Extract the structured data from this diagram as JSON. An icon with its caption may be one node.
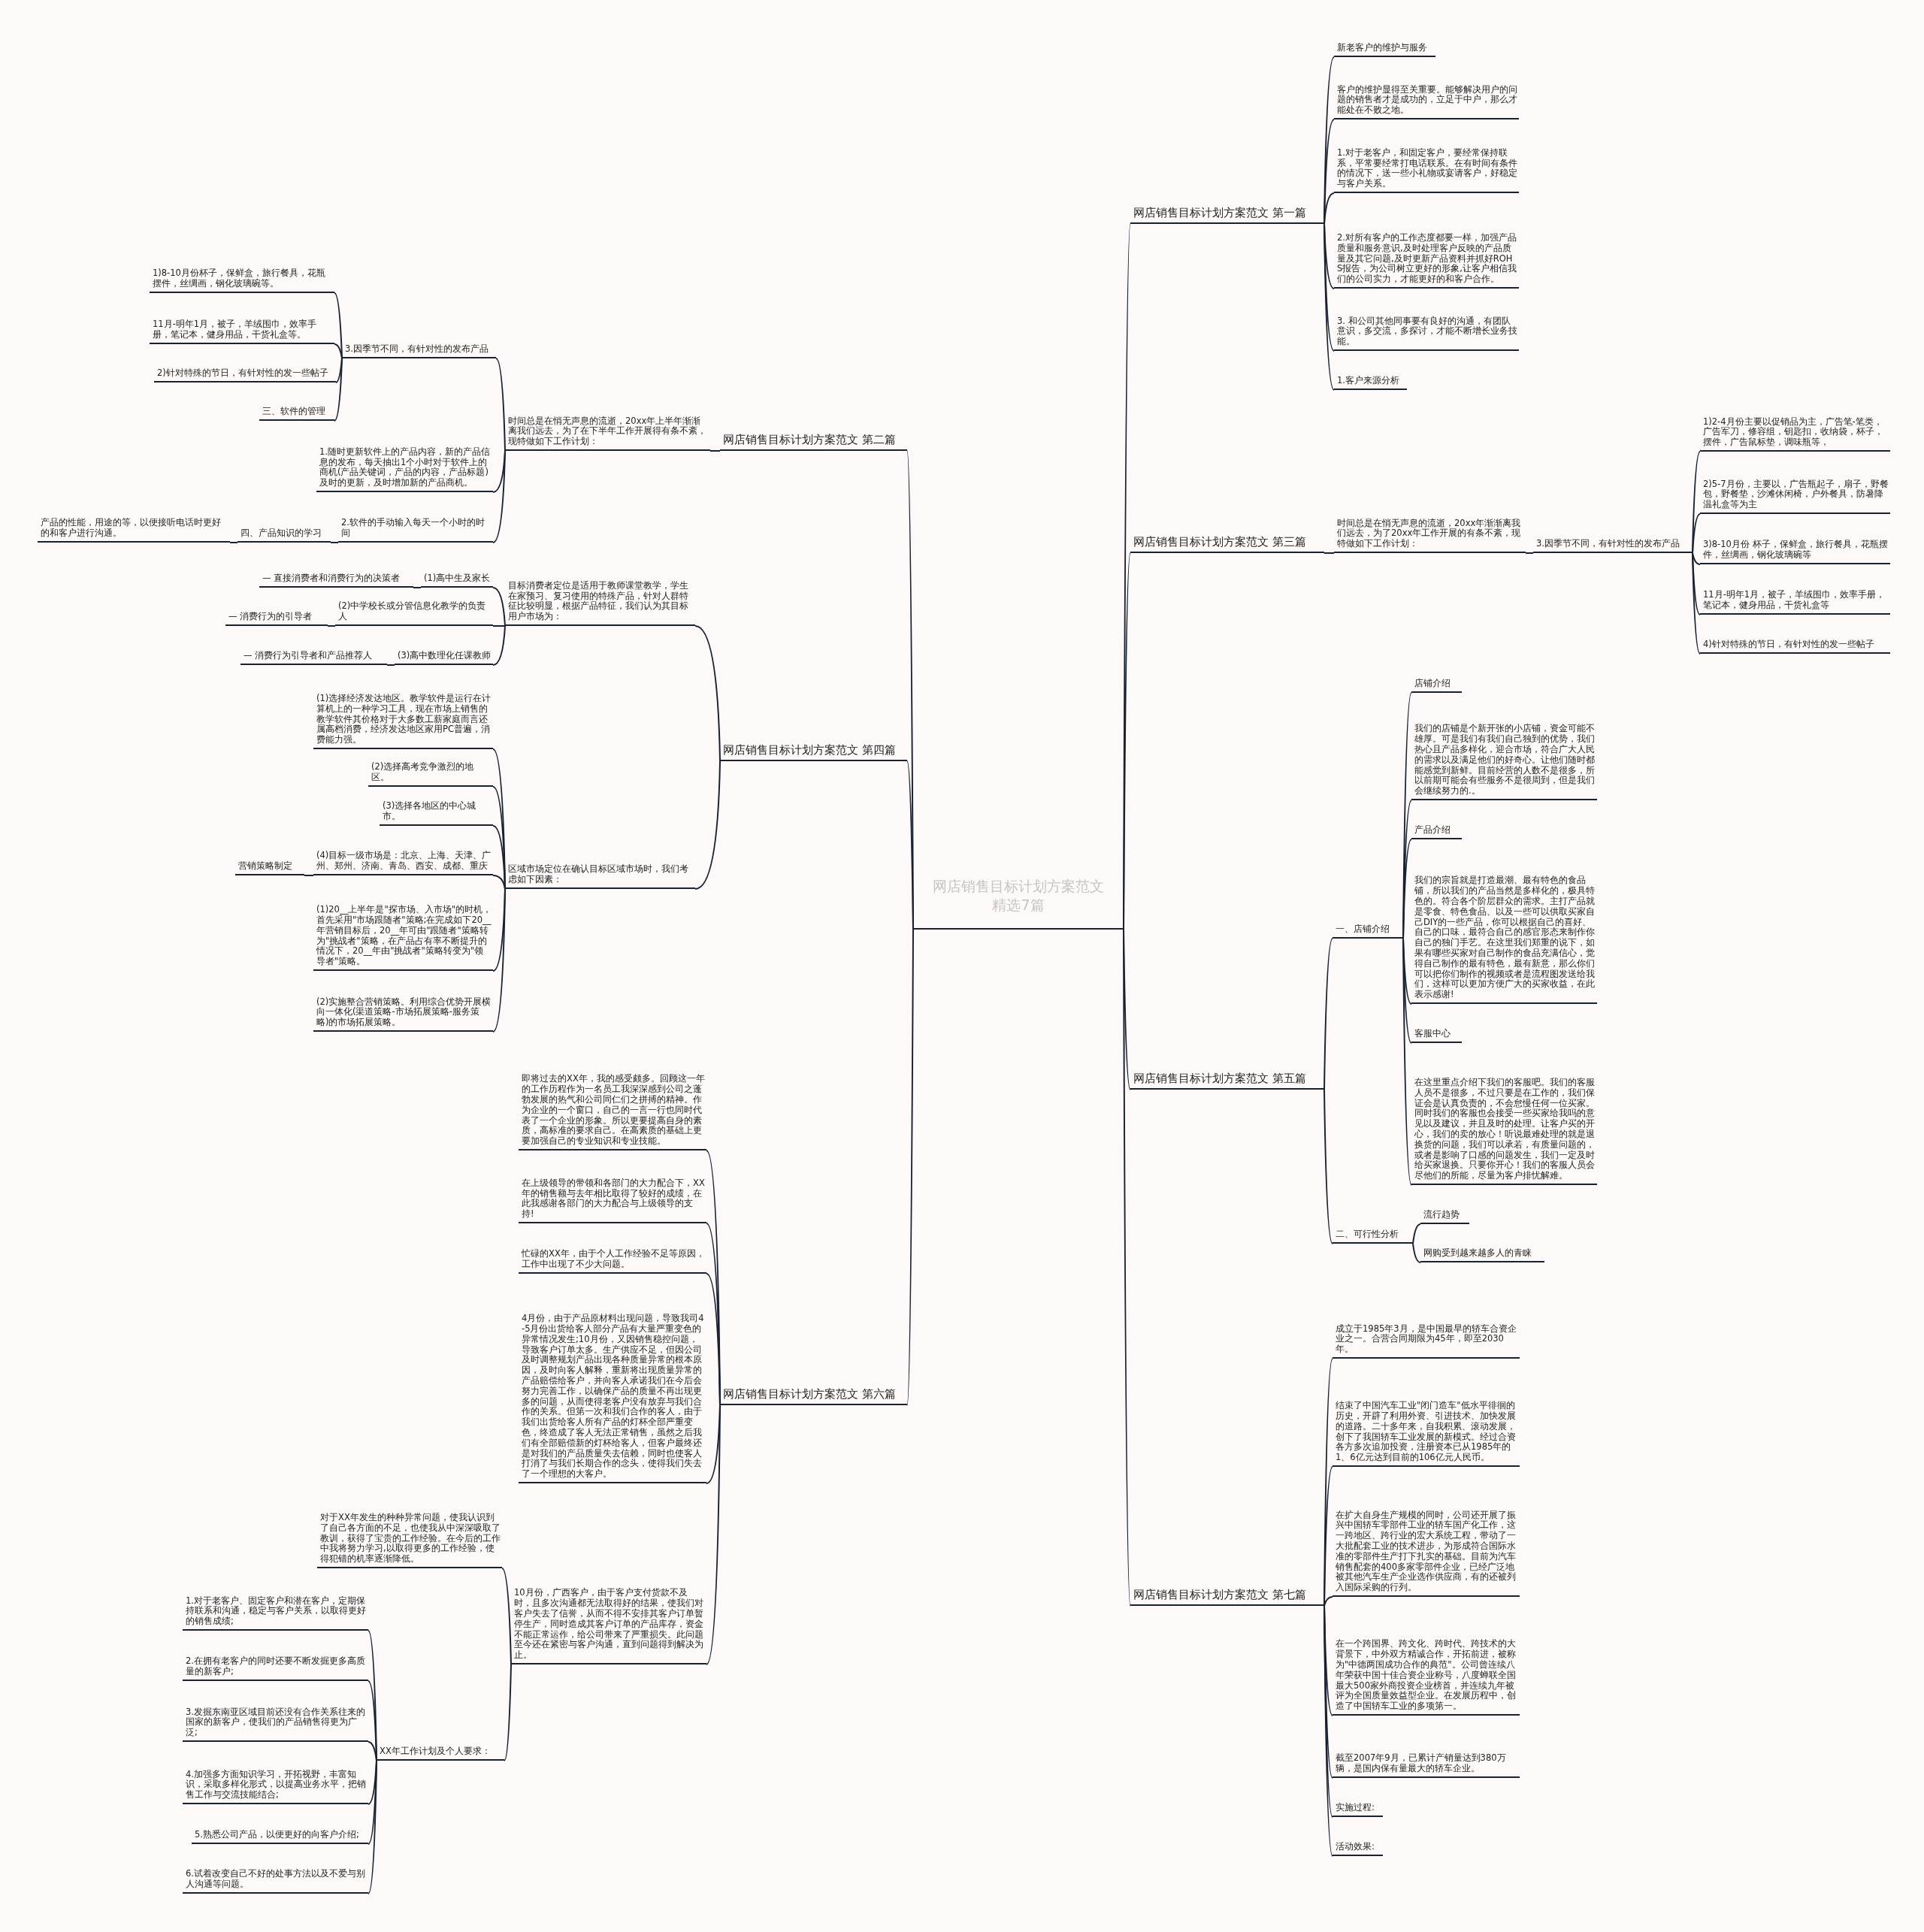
{
  "diagram": {
    "nodes": [
      {
        "text": [
          "网店销售目标计划方案范文精选7篇"
        ]
      },
      {
        "text": [
          "网店销售目标计划方案范文 第二篇"
        ]
      },
      {
        "text": [
          "时间总是在悄无声息的流逝，20xx年上半年渐渐离我们远去，为了在下半年工作开展得有条不紊，现特做如下工作计划："
        ]
      },
      {
        "text": [
          "3.因季节不同，有针对性的发布产品"
        ]
      },
      {
        "text": [
          "1)8-10月份杯子，保鲜盒，旅行餐具，花瓶摆件，丝绸画，钢化玻璃碗等。"
        ]
      },
      {
        "text": [
          "11月-明年1月，被子，羊绒围巾，效率手册，笔记本，健身用品，干货礼盒等。"
        ]
      },
      {
        "text": [
          "2)针对特殊的节日，有针对性的发一些帖子"
        ]
      },
      {
        "text": [
          "三、软件的管理"
        ]
      },
      {
        "text": [
          "1.随时更新软件上的产品内容，新的产品信息的发布，每天抽出1个小时对于软件上的商机(产品关键词，产品的内容，产品标题)及时的更新，及时增加新的产品商机。"
        ]
      },
      {
        "text": [
          "2.软件的手动输入每天一个小时的时间"
        ]
      },
      {
        "text": [
          "四、产品知识的学习"
        ]
      },
      {
        "text": [
          "产品的性能，用途的等，以便接听电话时更好的和客户进行沟通。"
        ]
      },
      {
        "text": [
          "网店销售目标计划方案范文 第四篇"
        ]
      },
      {
        "text": [
          "目标消费者定位是适用于教师课堂教学，学生在家预习、复习使用的特殊产品，针对人群特征比较明显，根据产品特征，我们认为其目标用户市场为："
        ]
      },
      {
        "text": [
          "(1)高中生及家长"
        ]
      },
      {
        "text": [
          "— 直接消费者和消费行为的决策者"
        ]
      },
      {
        "text": [
          "(2)中学校长或分管信息化教学的负责人"
        ]
      },
      {
        "text": [
          "— 消费行为的引导者"
        ]
      },
      {
        "text": [
          "(3)高中数理化任课教师"
        ]
      },
      {
        "text": [
          "— 消费行为引导者和产品推荐人"
        ]
      },
      {
        "text": [
          "区域市场定位在确认目标区域市场时，我们考虑如下因素："
        ]
      },
      {
        "text": [
          "(1)选择经济发达地区。教学软件是运行在计算机上的一种学习工具，现在市场上销售的教学软件其价格对于大多数工薪家庭而言还属高档消费，经济发达地区家用PC普遍，消费能力强。"
        ]
      },
      {
        "text": [
          "(2)选择高考竞争激烈的地区。"
        ]
      },
      {
        "text": [
          "(3)选择各地区的中心城市。"
        ]
      },
      {
        "text": [
          "(4)目标一级市场是：北京、上海、天津、广州、郑州、济南、青岛、西安、成都、重庆"
        ]
      },
      {
        "text": [
          "营销策略制定"
        ]
      },
      {
        "text": [
          "(1)20__上半年是\"探市场、入市场\"的时机，首先采用\"市场跟随者\"策略;在完成如下20__年营销目标后，20__年可由\"跟随者\"策略转为\"挑战者\"策略，在产品占有率不断提升的情况下，20__年由\"挑战者\"策略转变为\"领导者\"策略。"
        ]
      },
      {
        "text": [
          "(2)实施整合营销策略。利用综合优势开展横向一体化(渠道策略-市场拓展策略-服务策略)的市场拓展策略。"
        ]
      },
      {
        "text": [
          "网店销售目标计划方案范文 第六篇"
        ]
      },
      {
        "text": [
          "即将过去的XX年，我的感受颇多。回顾这一年的工作历程作为一名员工我深深感到公司之蓬勃发展的热气和公司同仁们之拼搏的精神。作为企业的一个窗口，自己的一言一行也同时代表了一个企业的形象。所以更要提高自身的素质，高标准的要求自己。在高素质的基础上更要加强自己的专业知识和专业技能。"
        ]
      },
      {
        "text": [
          "在上级领导的带领和各部门的大力配合下，XX年的销售额与去年相比取得了较好的成绩，在此我感谢各部门的大力配合与上级领导的支持!"
        ]
      },
      {
        "text": [
          "忙碌的XX年，由于个人工作经验不足等原因，工作中出现了不少大问题。"
        ]
      },
      {
        "text": [
          "4月份，由于产品原材料出现问题，导致我司4-5月份出货给客人部分产品有大量严重变色的异常情况发生;10月份，又因销售稳控问题，导致客户订单太多。生产供应不足，但因公司及时调整规划产品出现各种质量异常的根本原因，及时向客人解释，重新将出现质量异常的产品赔偿给客户，并向客人承诺我们在今后会努力完善工作，以确保产品的质量不再出现更多的问题，从而使得老客户没有放弃与我们合作的关系。但第一次和我们合作的客人，由于我们出货给客人所有产品的灯杯全部严重变色，终造成了客人无法正常销售，虽然之后我们有全部赔偿新的灯杯给客人，但客户最终还是对我们的产品质量失去信赖，同时也使客人打消了与我们长期合作的念头，使得我们失去了一个理想的大客户。"
        ]
      },
      {
        "text": [
          "10月份，广西客户，由于客户支付货款不及时，且多次沟通都无法取得好的结果，使我们对客户失去了信誉，从而不得不安排其客户订单暂停生产，同时造成其客户订单的产品库存，资金不能正常运作，给公司带来了严重损失。此问题至今还在紧密与客户沟通，直到问题得到解决为止。"
        ]
      },
      {
        "text": [
          "对于XX年发生的种种异常问题，使我认识到了自己各方面的不足，也使我从中深深吸取了教训，获得了宝贵的工作经验。在今后的工作中我将努力学习,以取得更多的工作经验，使得犯错的机率逐渐降低。"
        ]
      },
      {
        "text": [
          "XX年工作计划及个人要求："
        ]
      },
      {
        "text": [
          "1.对于老客户、固定客户和潜在客户，定期保持联系和沟通，稳定与客户关系，以取得更好的销售成绩;"
        ]
      },
      {
        "text": [
          "2.在拥有老客户的同时还要不断发掘更多高质量的新客户;"
        ]
      },
      {
        "text": [
          "3.发掘东南亚区域目前还没有合作关系往来的国家的新客户，使我们的产品销售得更为广泛;"
        ]
      },
      {
        "text": [
          "4.加强多方面知识学习，开拓视野，丰富知识，采取多样化形式，以提高业务水平，把销售工作与交流技能结合;"
        ]
      },
      {
        "text": [
          "5.熟悉公司产品，以便更好的向客户介绍;"
        ]
      },
      {
        "text": [
          "6.试着改变自己不好的处事方法以及不爱与别人沟通等问题。"
        ]
      },
      {
        "text": [
          "网店销售目标计划方案范文 第一篇"
        ]
      },
      {
        "text": [
          "新老客户的维护与服务"
        ]
      },
      {
        "text": [
          "客户的维护显得至关重要。能够解决用户的问题的销售者才是成功的，立足于中户，那么才能处在不败之地。"
        ]
      },
      {
        "text": [
          "1.对于老客户，和固定客户，要经常保持联系，平常要经常打电话联系。在有时间有条件的情况下，送一些小礼物或宴请客户，好稳定与客户关系。"
        ]
      },
      {
        "text": [
          "2.对所有客户的工作态度都要一样，加强产品质量和服务意识,及时处理客户反映的产品质量及其它问题,及时更新产品资料并抓好ROHS报告，为公司树立更好的形象,让客户相信我们的公司实力，才能更好的和客户合作。"
        ]
      },
      {
        "text": [
          "3. 和公司其他同事要有良好的沟通，有团队意识，多交流，多探讨，才能不断增长业务技能。"
        ]
      },
      {
        "text": [
          "1.客户来源分析"
        ]
      },
      {
        "text": [
          "网店销售目标计划方案范文 第三篇"
        ]
      },
      {
        "text": [
          "时间总是在悄无声息的流逝，20xx年渐渐离我们远去，为了20xx年工作开展的有条不紊，现特做如下工作计划："
        ]
      },
      {
        "text": [
          "3.因季节不同，有针对性的发布产品"
        ]
      },
      {
        "text": [
          "1)2-4月份主要以促销品为主，广告笔-笔类，广告军刀，修容组，钥匙扣，收纳袋，杯子，摆件，广告鼠标垫，调味瓶等，"
        ]
      },
      {
        "text": [
          "2)5-7月份，主要以，广告瓶起子，扇子，野餐包，野餐垫，沙滩休闲椅，户外餐具，防暑降温礼盒等为主"
        ]
      },
      {
        "text": [
          "3)8-10月份 杯子，保鲜盒，旅行餐具，花瓶摆件，丝绸画，钢化玻璃碗等"
        ]
      },
      {
        "text": [
          "11月-明年1月，被子，羊绒围巾，效率手册，笔记本，健身用品，干货礼盒等"
        ]
      },
      {
        "text": [
          "4)针对特殊的节日，有针对性的发一些帖子"
        ]
      },
      {
        "text": [
          "网店销售目标计划方案范文 第五篇"
        ]
      },
      {
        "text": [
          "一、店铺介绍"
        ]
      },
      {
        "text": [
          "店铺介绍"
        ]
      },
      {
        "text": [
          "我们的店铺是个新开张的小店铺，资金可能不雄厚。可是我们有我们自己独到的优势，我们热心且产品多样化，迎合市场，符合广大人民的需求以及满足他们的好奇心。让他们随时都能感觉到新鲜。目前经营的人数不是很多，所以前期可能会有些服务不是很周到，但是我们会继续努力的.。"
        ]
      },
      {
        "text": [
          "产品介绍"
        ]
      },
      {
        "text": [
          "我们的宗旨就是打造最潮、最有特色的食品铺，所以我们的产品当然是多样化的，极具特色的。符合各个阶层群众的需求。主打产品就是零食、特色食品、以及一些可以供取买家自己DIY的一些产品，你可以根据自己的喜好、自己的口味，最符合自己的感官形态来制作你自己的独门手艺。在这里我们郑重的说下，如果有哪些买家对自己制作的食品充满信心，觉得自己制作的最有特色，最有新意，那么你们可以把你们制作的视频或者是流程图发送给我们，这样可以更加方便广大的买家收益，在此表示感谢!"
        ]
      },
      {
        "text": [
          "客服中心"
        ]
      },
      {
        "text": [
          "在这里重点介绍下我们的客服吧。我们的客服人员不是很多，不过只要是在工作的，我们保证会是认真负责的，不会怠慢任何一位买家。同时我们的客服也会接受一些买家给我吗的意见以及建议，并且及时的处理。让客户买的开心，我们的卖的放心！听说最难处理的就是退换货的问题，我们可以承若，有质量问题的，或者是影响了口感的问题发生，我们一定及时给买家退换。只要你开心！我们的客服人员会尽他们的所能，尽量为客户排忧解难。"
        ]
      },
      {
        "text": [
          "二、可行性分析"
        ]
      },
      {
        "text": [
          "流行趋势"
        ]
      },
      {
        "text": [
          "网购受到越来越多人的青睐"
        ]
      },
      {
        "text": [
          "网店销售目标计划方案范文 第七篇"
        ]
      },
      {
        "text": [
          "成立于1985年3月，是中国最早的轿车合资企业之一。合营合同期限为45年，即至2030年。"
        ]
      },
      {
        "text": [
          "结束了中国汽车工业\"闭门造车\"低水平徘徊的历史，开辟了利用外资、引进技术、加快发展的道路。二十多年来，自我积累、滚动发展，创下了我国轿车工业发展的新模式。经过合资各方多次追加投资，注册资本已从1985年的1、6亿元达到目前的106亿元人民币。"
        ]
      },
      {
        "text": [
          "在扩大自身生产规模的同时，公司还开展了振兴中国轿车零部件工业的轿车国产化工作，这一跨地区、跨行业的宏大系统工程，带动了一大批配套工业的技术进步，为形成符合国际水准的零部件生产打下扎实的基础。目前为汽车销售配套的400多家零部件企业，已经广泛地被其他汽车生产企业选作供应商，有的还被列入国际采购的行列。"
        ]
      },
      {
        "text": [
          "在一个跨国界、跨文化、跨时代、跨技术的大背景下，中外双方精诚合作，开拓前进，被称为\"中德两国成功合作的典范\"。公司曾连续八年荣获中国十佳合资企业称号，八度蝉联全国最大500家外商投资企业榜首，并连续九年被评为全国质量效益型企业。在发展历程中，创造了中国轿车工业的多项第一。"
        ]
      },
      {
        "text": [
          "截至2007年9月，已累计产销量达到380万辆，是国内保有量最大的轿车企业。"
        ]
      },
      {
        "text": [
          "实施过程:"
        ]
      },
      {
        "text": [
          "活动效果:"
        ]
      }
    ],
    "edges": [
      {
        "from": 0,
        "to": 1,
        "arrow": "none"
      },
      {
        "from": 1,
        "to": 2,
        "arrow": "none"
      },
      {
        "from": 2,
        "to": 3,
        "arrow": "none"
      },
      {
        "from": 3,
        "to": 4,
        "arrow": "none"
      },
      {
        "from": 3,
        "to": 5,
        "arrow": "none"
      },
      {
        "from": 3,
        "to": 6,
        "arrow": "none"
      },
      {
        "from": 3,
        "to": 7,
        "arrow": "none"
      },
      {
        "from": 2,
        "to": 8,
        "arrow": "none"
      },
      {
        "from": 2,
        "to": 9,
        "arrow": "none"
      },
      {
        "from": 9,
        "to": 10,
        "arrow": "none"
      },
      {
        "from": 10,
        "to": 11,
        "arrow": "none"
      },
      {
        "from": 0,
        "to": 12,
        "arrow": "none"
      },
      {
        "from": 12,
        "to": 13,
        "arrow": "none"
      },
      {
        "from": 13,
        "to": 14,
        "arrow": "none"
      },
      {
        "from": 14,
        "to": 15,
        "arrow": "none"
      },
      {
        "from": 13,
        "to": 16,
        "arrow": "none"
      },
      {
        "from": 16,
        "to": 17,
        "arrow": "none"
      },
      {
        "from": 13,
        "to": 18,
        "arrow": "none"
      },
      {
        "from": 18,
        "to": 19,
        "arrow": "none"
      },
      {
        "from": 12,
        "to": 20,
        "arrow": "none"
      },
      {
        "from": 20,
        "to": 21,
        "arrow": "none"
      },
      {
        "from": 20,
        "to": 22,
        "arrow": "none"
      },
      {
        "from": 20,
        "to": 23,
        "arrow": "none"
      },
      {
        "from": 20,
        "to": 24,
        "arrow": "none"
      },
      {
        "from": 24,
        "to": 25,
        "arrow": "none"
      },
      {
        "from": 20,
        "to": 26,
        "arrow": "none"
      },
      {
        "from": 20,
        "to": 27,
        "arrow": "none"
      },
      {
        "from": 0,
        "to": 28,
        "arrow": "none"
      },
      {
        "from": 28,
        "to": 29,
        "arrow": "none"
      },
      {
        "from": 28,
        "to": 30,
        "arrow": "none"
      },
      {
        "from": 28,
        "to": 31,
        "arrow": "none"
      },
      {
        "from": 28,
        "to": 32,
        "arrow": "none"
      },
      {
        "from": 28,
        "to": 33,
        "arrow": "none"
      },
      {
        "from": 33,
        "to": 34,
        "arrow": "none"
      },
      {
        "from": 33,
        "to": 35,
        "arrow": "none"
      },
      {
        "from": 35,
        "to": 36,
        "arrow": "none"
      },
      {
        "from": 35,
        "to": 37,
        "arrow": "none"
      },
      {
        "from": 35,
        "to": 38,
        "arrow": "none"
      },
      {
        "from": 35,
        "to": 39,
        "arrow": "none"
      },
      {
        "from": 35,
        "to": 40,
        "arrow": "none"
      },
      {
        "from": 35,
        "to": 41,
        "arrow": "none"
      },
      {
        "from": 0,
        "to": 42,
        "arrow": "none"
      },
      {
        "from": 42,
        "to": 43,
        "arrow": "none"
      },
      {
        "from": 42,
        "to": 44,
        "arrow": "none"
      },
      {
        "from": 42,
        "to": 45,
        "arrow": "none"
      },
      {
        "from": 42,
        "to": 46,
        "arrow": "none"
      },
      {
        "from": 42,
        "to": 47,
        "arrow": "none"
      },
      {
        "from": 42,
        "to": 48,
        "arrow": "none"
      },
      {
        "from": 0,
        "to": 49,
        "arrow": "none"
      },
      {
        "from": 49,
        "to": 50,
        "arrow": "none"
      },
      {
        "from": 50,
        "to": 51,
        "arrow": "none"
      },
      {
        "from": 51,
        "to": 52,
        "arrow": "none"
      },
      {
        "from": 51,
        "to": 53,
        "arrow": "none"
      },
      {
        "from": 51,
        "to": 54,
        "arrow": "none"
      },
      {
        "from": 51,
        "to": 55,
        "arrow": "none"
      },
      {
        "from": 51,
        "to": 56,
        "arrow": "none"
      },
      {
        "from": 0,
        "to": 57,
        "arrow": "none"
      },
      {
        "from": 57,
        "to": 58,
        "arrow": "none"
      },
      {
        "from": 58,
        "to": 59,
        "arrow": "none"
      },
      {
        "from": 58,
        "to": 60,
        "arrow": "none"
      },
      {
        "from": 58,
        "to": 61,
        "arrow": "none"
      },
      {
        "from": 58,
        "to": 62,
        "arrow": "none"
      },
      {
        "from": 58,
        "to": 63,
        "arrow": "none"
      },
      {
        "from": 58,
        "to": 64,
        "arrow": "none"
      },
      {
        "from": 57,
        "to": 65,
        "arrow": "none"
      },
      {
        "from": 65,
        "to": 66,
        "arrow": "none"
      },
      {
        "from": 65,
        "to": 67,
        "arrow": "none"
      },
      {
        "from": 0,
        "to": 68,
        "arrow": "none"
      },
      {
        "from": 68,
        "to": 69,
        "arrow": "none"
      },
      {
        "from": 68,
        "to": 70,
        "arrow": "none"
      },
      {
        "from": 68,
        "to": 71,
        "arrow": "none"
      },
      {
        "from": 68,
        "to": 72,
        "arrow": "none"
      },
      {
        "from": 68,
        "to": 73,
        "arrow": "none"
      },
      {
        "from": 68,
        "to": 74,
        "arrow": "none"
      },
      {
        "from": 68,
        "to": 75,
        "arrow": "none"
      }
    ]
  }
}
